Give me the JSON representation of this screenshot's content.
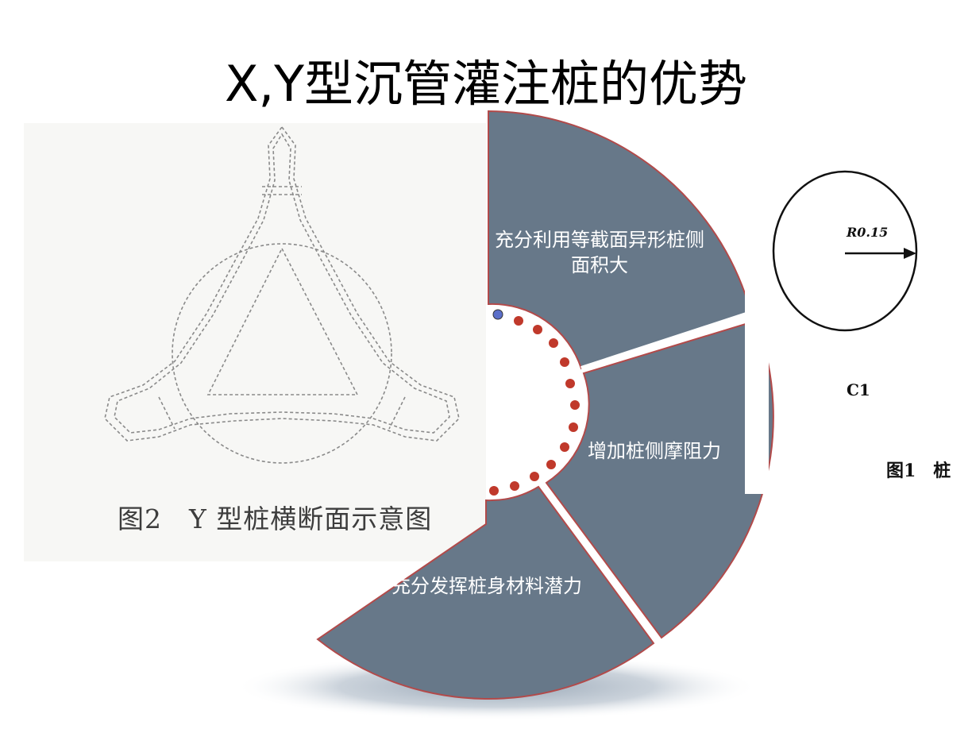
{
  "slide": {
    "title": "X,Y型沉管灌注桩的优势"
  },
  "left_figure": {
    "caption": "图2　Y 型桩横断面示意图"
  },
  "right_figure": {
    "radius_label": "R0.15",
    "shape_label": "C1",
    "caption": "图1　桩"
  },
  "smartart": {
    "segments": [
      {
        "text": "充分利用等截面异形桩侧面积大"
      },
      {
        "text": "增加桩侧摩阻力"
      },
      {
        "text": "充分发挥桩身材料潜力"
      }
    ],
    "colors": {
      "segment_fill": "#677889",
      "segment_border": "#b24a4a",
      "dots": "#c0392b",
      "first_dot": "#5b6fc9",
      "shadow": "#8a9aab"
    }
  }
}
